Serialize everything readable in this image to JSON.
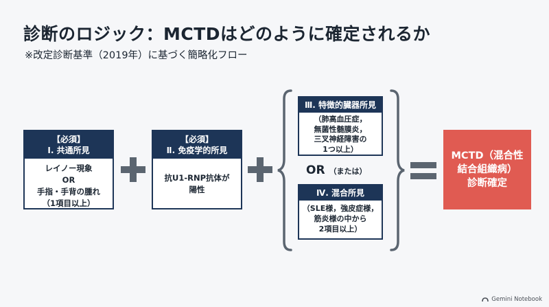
{
  "title": "診断のロジック：MCTDはどのように確定されるか",
  "subtitle": "※改定診断基準（2019年）に基づく簡略化フロー",
  "card_common": {
    "head": [
      "【必須】",
      "Ⅰ. 共通所見"
    ],
    "body": [
      "レイノー現象",
      "OR",
      "手指・手背の腫れ",
      "（1項目以上）"
    ]
  },
  "card_immuno": {
    "head": [
      "【必須】",
      "Ⅱ. 免疫学的所見"
    ],
    "body": [
      "抗U1-RNP抗体が",
      "陽性"
    ]
  },
  "card_organ": {
    "head": [
      "Ⅲ. 特徴的臓器所見"
    ],
    "body": [
      "（肺高血圧症，",
      "無菌性髄膜炎，",
      "三叉神経障害の",
      "1つ以上）"
    ]
  },
  "or_label": {
    "main": "OR",
    "note": "（または）"
  },
  "card_mixed": {
    "head": [
      "Ⅳ. 混合所見"
    ],
    "body": [
      "（SLE様，強皮症様，",
      "筋炎様の中から",
      "2項目以上）"
    ]
  },
  "result": [
    "MCTD（混合性",
    "結合組織病）",
    "診断確定"
  ],
  "watermark": "Gemini Notebook",
  "colors": {
    "navy": "#1d3557",
    "result_red": "#e05b52",
    "operator_gray": "#5b6570"
  }
}
